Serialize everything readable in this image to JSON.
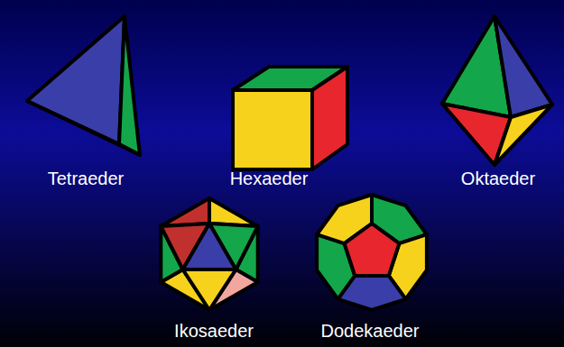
{
  "diagram": {
    "labels": [
      "Tetraeder",
      "Hexaeder",
      "Oktaeder",
      "Ikosaeder",
      "Dodekaeder"
    ]
  }
}
